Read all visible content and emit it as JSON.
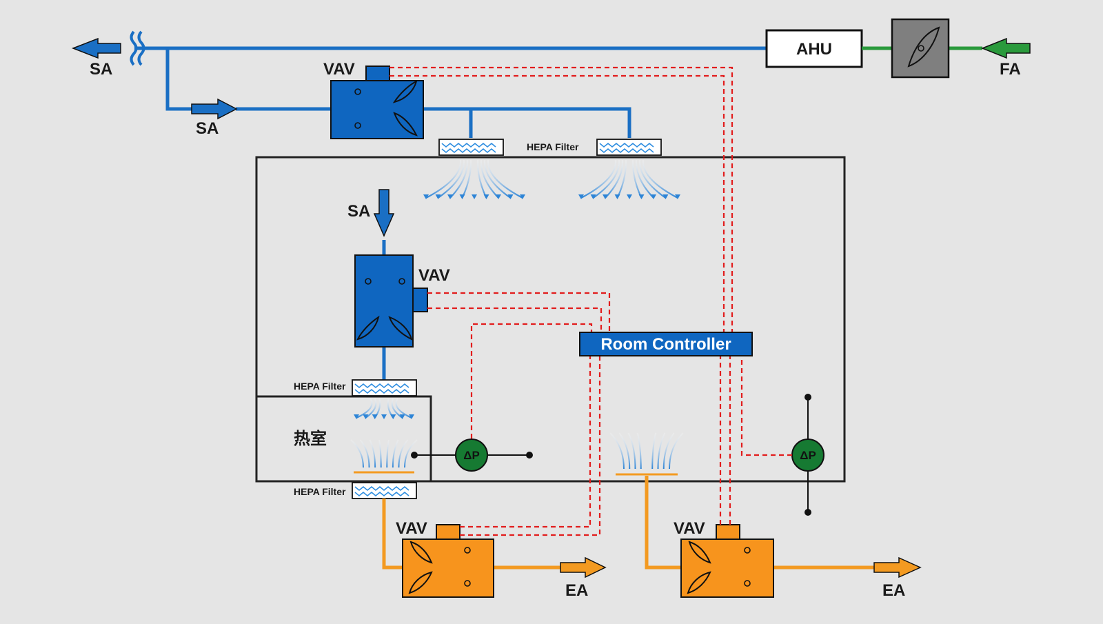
{
  "labels": {
    "sa": "SA",
    "fa": "FA",
    "ea": "EA",
    "vav": "VAV",
    "ahu": "AHU",
    "hepa": "HEPA Filter",
    "room_controller": "Room Controller",
    "hot_cell": "热室",
    "dp": "ΔP"
  },
  "colors": {
    "supply": "#1a6fc4",
    "exhaust": "#f39a21",
    "fresh_air": "#2a9a3c",
    "control": "#e21c1c",
    "sensor": "#167a32",
    "background": "#e5e5e5"
  },
  "icons": [
    "muffler-icon",
    "fan-icon",
    "damper-blade-icon",
    "arrow-icon",
    "diffuser-icon"
  ]
}
